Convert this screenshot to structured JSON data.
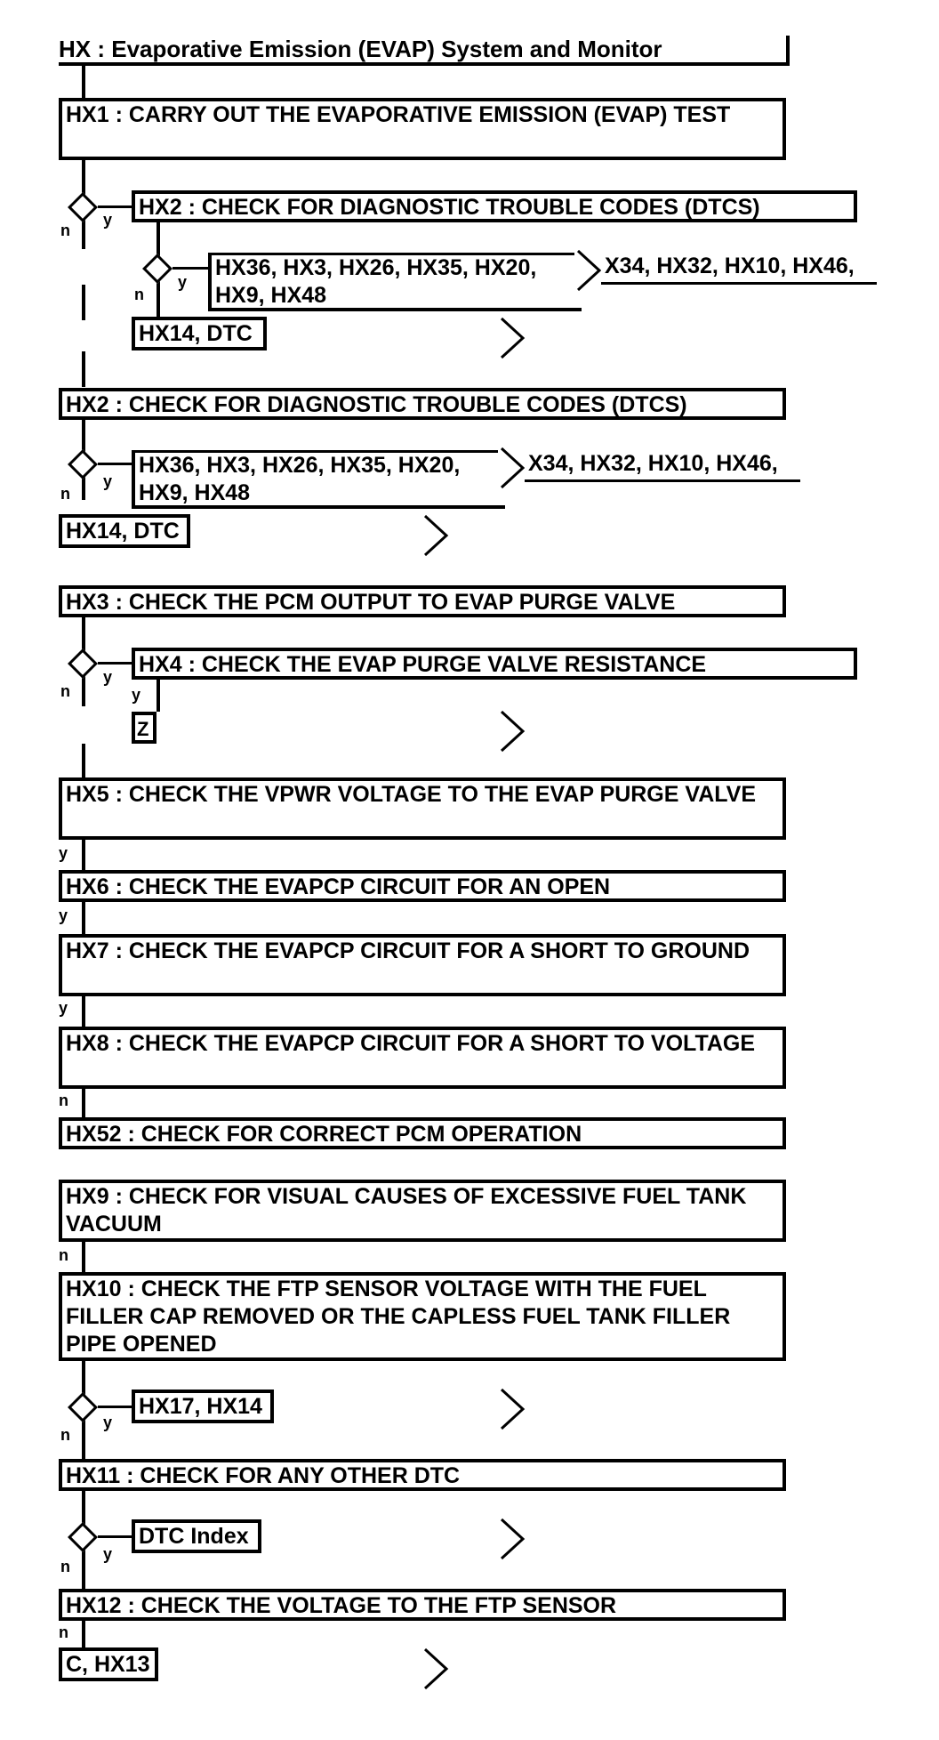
{
  "title": "HX : Evaporative Emission (EVAP) System and Monitor",
  "steps": {
    "hx1": "HX1 : CARRY OUT THE EVAPORATIVE EMISSION (EVAP) TEST",
    "hx2_sub": "HX2 : CHECK FOR DIAGNOSTIC TROUBLE CODES (DTCS)",
    "hx2": "HX2 : CHECK FOR DIAGNOSTIC TROUBLE CODES (DTCS)",
    "hx3": "HX3 : CHECK THE PCM OUTPUT TO EVAP PURGE VALVE",
    "hx4": "HX4 : CHECK THE EVAP PURGE VALVE RESISTANCE",
    "hx5": "HX5 : CHECK THE VPWR VOLTAGE TO THE EVAP PURGE VALVE",
    "hx6": "HX6 : CHECK THE EVAPCP CIRCUIT FOR AN OPEN",
    "hx7": "HX7 : CHECK THE EVAPCP CIRCUIT FOR A SHORT TO GROUND",
    "hx8": "HX8 : CHECK THE EVAPCP CIRCUIT FOR A SHORT TO VOLTAGE",
    "hx52": "HX52 : CHECK FOR CORRECT PCM OPERATION",
    "hx9": "HX9 : CHECK FOR VISUAL CAUSES OF EXCESSIVE FUEL TANK VACUUM",
    "hx10": "HX10 : CHECK THE FTP SENSOR VOLTAGE WITH THE FUEL FILLER CAP REMOVED OR THE CAPLESS FUEL TANK FILLER PIPE OPENED",
    "hx11": "HX11 : CHECK FOR ANY OTHER DTC",
    "hx12": "HX12 : CHECK THE VOLTAGE TO THE FTP SENSOR"
  },
  "results": {
    "r1_left": "HX36, HX3, HX26, HX35, HX20,",
    "r1_left2": "HX9, HX48",
    "r1_right": "X34, HX32, HX10, HX46,",
    "r1_dtc": "HX14, DTC",
    "r2_left": "HX36, HX3, HX26, HX35, HX20,",
    "r2_left2": "HX9, HX48",
    "r2_right": "X34, HX32, HX10, HX46,",
    "r2_dtc": "HX14, DTC",
    "r3": "Z",
    "r4": "HX17, HX14",
    "r5": "DTC Index",
    "r6": "C, HX13"
  },
  "labels": {
    "yes": "y",
    "no": "n"
  }
}
